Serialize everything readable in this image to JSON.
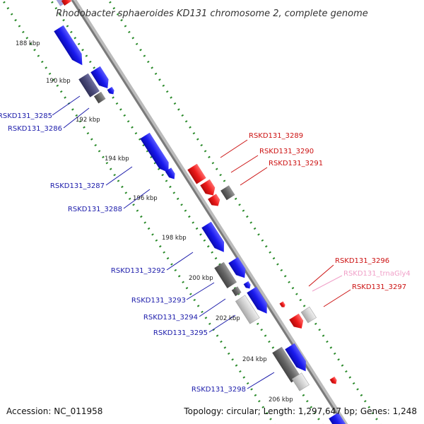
{
  "title": "Rhodobacter sphaeroides KD131 chromosome 2, complete genome",
  "footer": {
    "accession": "Accession: NC_011958",
    "summary": "Topology: circular; Length: 1,297,647 bp; Genes: 1,248"
  },
  "ruler_ticks": [
    "188 kbp",
    "190 kbp",
    "192 kbp",
    "194 kbp",
    "196 kbp",
    "198 kbp",
    "200 kbp",
    "202 kbp",
    "204 kbp",
    "206 kbp"
  ],
  "genes_minus": [
    "RSKD131_3285",
    "RSKD131_3286",
    "RSKD131_3287",
    "RSKD131_3288",
    "RSKD131_3292",
    "RSKD131_3293",
    "RSKD131_3294",
    "RSKD131_3295",
    "RSKD131_3298"
  ],
  "genes_plus": [
    "RSKD131_3289",
    "RSKD131_3290",
    "RSKD131_3291",
    "RSKD131_3296",
    "RSKD131_trnaGly4",
    "RSKD131_3297"
  ],
  "colors": {
    "minus_strand": "#1a1aee",
    "plus_strand": "#ee1a1a",
    "label_minus": "#1a1aaa",
    "label_plus": "#cc1111",
    "label_trna": "#f0a0c8",
    "dotted_track": "#2a8a2a",
    "backbone": "#888888",
    "gray_gene": "#666666",
    "light_gene": "#c8c8c8"
  }
}
